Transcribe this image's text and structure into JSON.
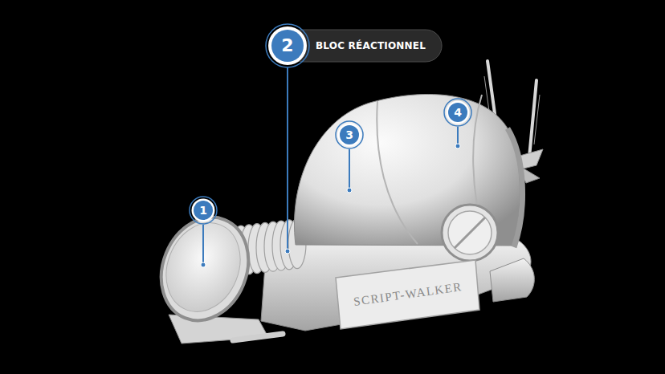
{
  "diagram": {
    "labels": [
      "2",
      "BLOC RÉACTIONNEL",
      "4",
      "3",
      "1",
      "SCRIPT-WALKER"
    ]
  }
}
